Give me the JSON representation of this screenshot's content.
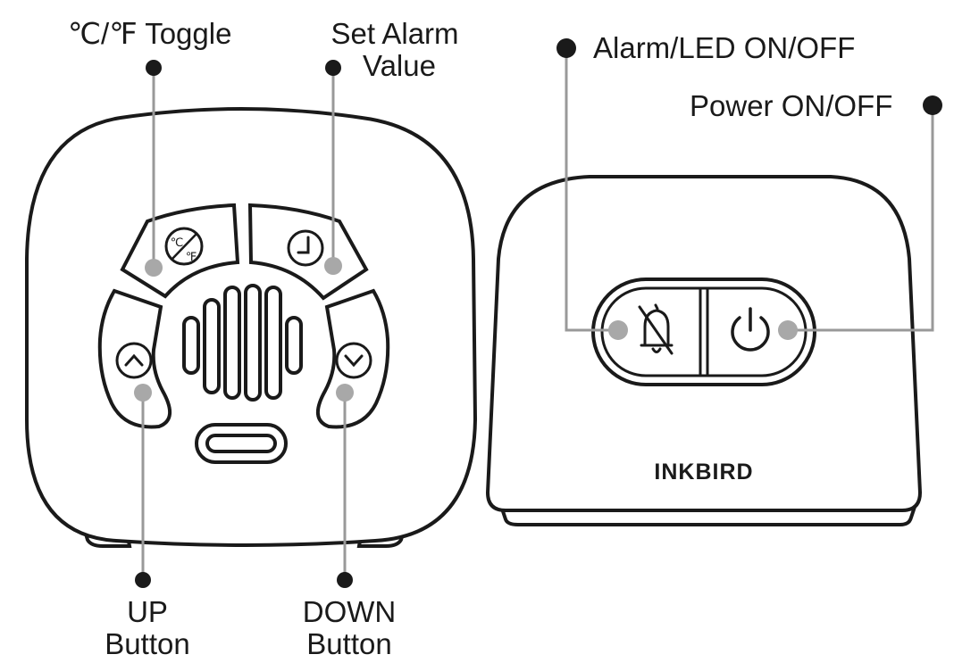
{
  "labels": {
    "unit_toggle": "℃/℉ Toggle",
    "set_alarm_line1": "Set Alarm",
    "set_alarm_line2": "Value",
    "alarm_led": "Alarm/LED ON/OFF",
    "power": "Power ON/OFF",
    "up_line1": "UP",
    "up_line2": "Button",
    "down_line1": "DOWN",
    "down_line2": "Button"
  },
  "device": {
    "brand": "INKBIRD",
    "unit_icon_c": "℃",
    "unit_icon_f": "℉"
  },
  "icons": [
    "celsius-fahrenheit-icon",
    "clock-icon",
    "chevron-up-icon",
    "chevron-down-icon",
    "bell-off-icon",
    "power-icon"
  ],
  "colors": {
    "outline": "#1a1a1a",
    "callout_line": "#999999",
    "callout_dot": "#a8a8a8"
  }
}
